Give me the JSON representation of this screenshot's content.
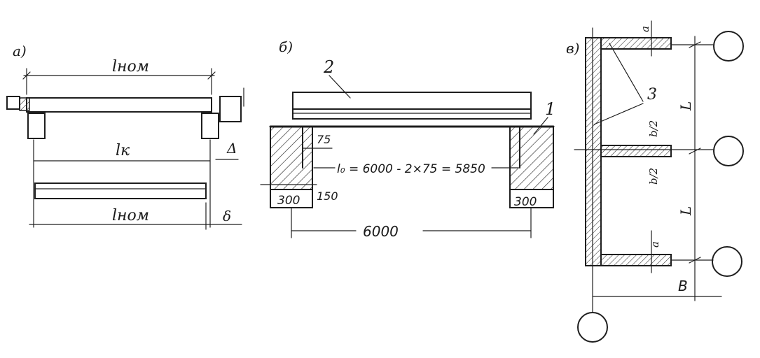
{
  "panels": {
    "a": {
      "label": "а)",
      "l_nom_top": "lном",
      "l_k": "lк",
      "l_nom_bottom": "lном",
      "delta": "Δ",
      "small_delta": "δ"
    },
    "b": {
      "label": "б)",
      "callout_2": "2",
      "callout_1": "1",
      "dim_75": "75",
      "formula": "l₀ = 6000 - 2×75 = 5850",
      "dim_150": "150",
      "support_left": "300",
      "support_right": "300",
      "span": "6000"
    },
    "c": {
      "label": "в)",
      "callout_3": "3",
      "a_top": "a",
      "b_half_top": "b/2",
      "b_half_bottom": "b/2",
      "a_bottom": "a",
      "L_top": "L",
      "L_bottom": "L",
      "B": "B"
    }
  }
}
